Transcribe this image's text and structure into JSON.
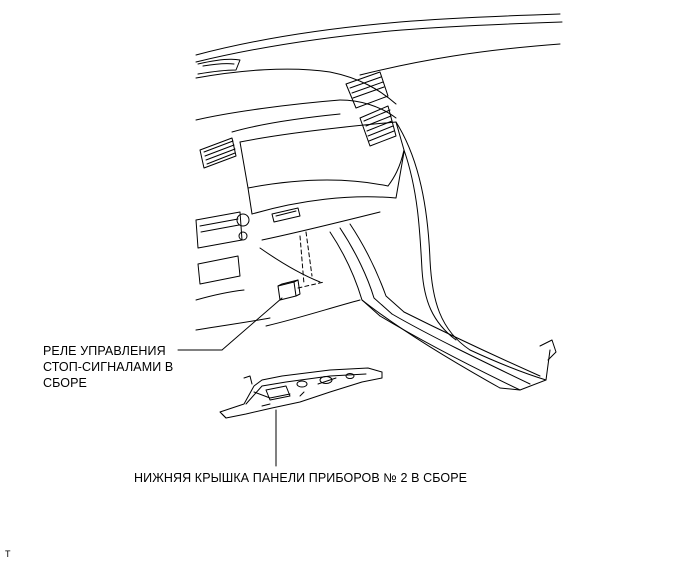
{
  "callouts": {
    "relay": {
      "lines": [
        "РЕЛЕ УПРАВЛЕНИЯ",
        "СТОП-СИГНАЛАМИ В",
        "СБОРЕ"
      ]
    },
    "lower_cover": {
      "text": "НИЖНЯЯ КРЫШКА ПАНЕЛИ ПРИБОРОВ № 2 В СБОРЕ"
    }
  },
  "figure_code": "T"
}
